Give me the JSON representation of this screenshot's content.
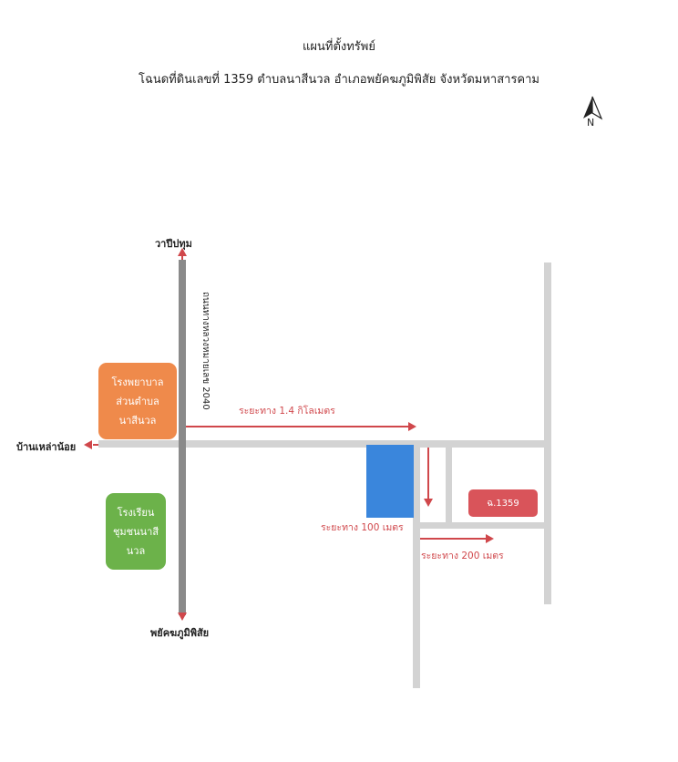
{
  "header": {
    "title": "แผนที่ตั้งทรัพย์",
    "subtitle": "โฉนดที่ดินเลขที่ 1359 ตำบลนาสีนวล อำเภอพยัคฆภูมิพิสัย จังหวัดมหาสารคาม"
  },
  "compass": {
    "label": "N",
    "icon": "north-arrow-icon"
  },
  "places": {
    "north_destination": "วาปีปทุม",
    "south_destination": "พยัคฆภูมิพิสัย",
    "west_destination": "บ้านเหล่าน้อย",
    "highway": "ถนนทางหลวงหมายเลข 2040",
    "hospital_line1": "โรงพยาบาล",
    "hospital_line2": "ส่วนตำบล",
    "hospital_line3": "นาสีนวล",
    "school_line1": "โรงเรียน",
    "school_line2": "ชุมชนนาสี",
    "school_line3": "นวล",
    "land_plot": "ฉ.1359"
  },
  "distances": {
    "main_road": "ระยะทาง 1.4 กิโลเมตร",
    "side_road": "ระยะทาง 100 เมตร",
    "to_plot": "ระยะทาง 200 เมตร"
  },
  "colors": {
    "road": "#d3d3d3",
    "highway": "#8a8a8a",
    "arrow": "#d0474b",
    "hospital": "#ef8a4b",
    "school": "#6cb24a",
    "landmark_blue": "#3a86dc",
    "plot": "#d9545a"
  }
}
